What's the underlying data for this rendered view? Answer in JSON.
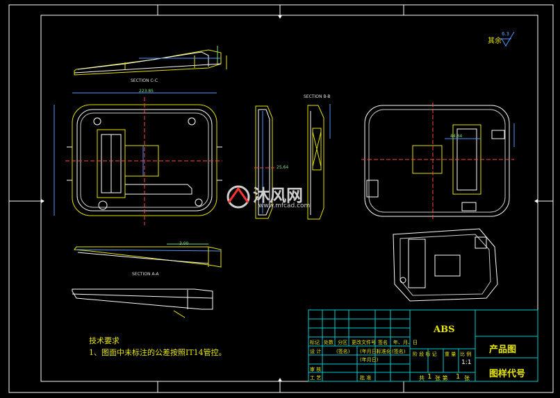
{
  "drawing": {
    "roughness_label": "其余",
    "roughness_value": "6.3",
    "section_cc": "SECTION C-C",
    "section_bb": "SECTION B-B",
    "section_aa": "SECTION A-A",
    "dim_main_w": "223.85",
    "dim_right_w": "44.84",
    "dim_small": "25.64",
    "dim_aa": "3.00",
    "tech_title": "技术要求",
    "tech_note": "1、图面中未标注的公差按照IT14管控。"
  },
  "title_block": {
    "material": "ABS",
    "title": "产品图",
    "code": "图样代号",
    "scale": "1:1",
    "sheets_label": "共",
    "sheets_count": "1",
    "sheet_label": "张 第",
    "sheet_no": "1",
    "sheet_suffix": "张",
    "row_labels": [
      "标记",
      "处数",
      "分区",
      "更改文件号",
      "签名",
      "年、月、日"
    ],
    "row_values": [
      "(签名)",
      "(年月日)",
      "标准化",
      "(签名)",
      "(年月日)"
    ],
    "design_label": "设 计",
    "review_label": "审 核",
    "process_label": "工 艺",
    "approve_label": "批 准",
    "stage_labels": [
      "阶 段 标 记",
      "重 量",
      "比 例"
    ]
  },
  "watermark": {
    "name": "沐风网",
    "url": "www.mfcad.com"
  }
}
